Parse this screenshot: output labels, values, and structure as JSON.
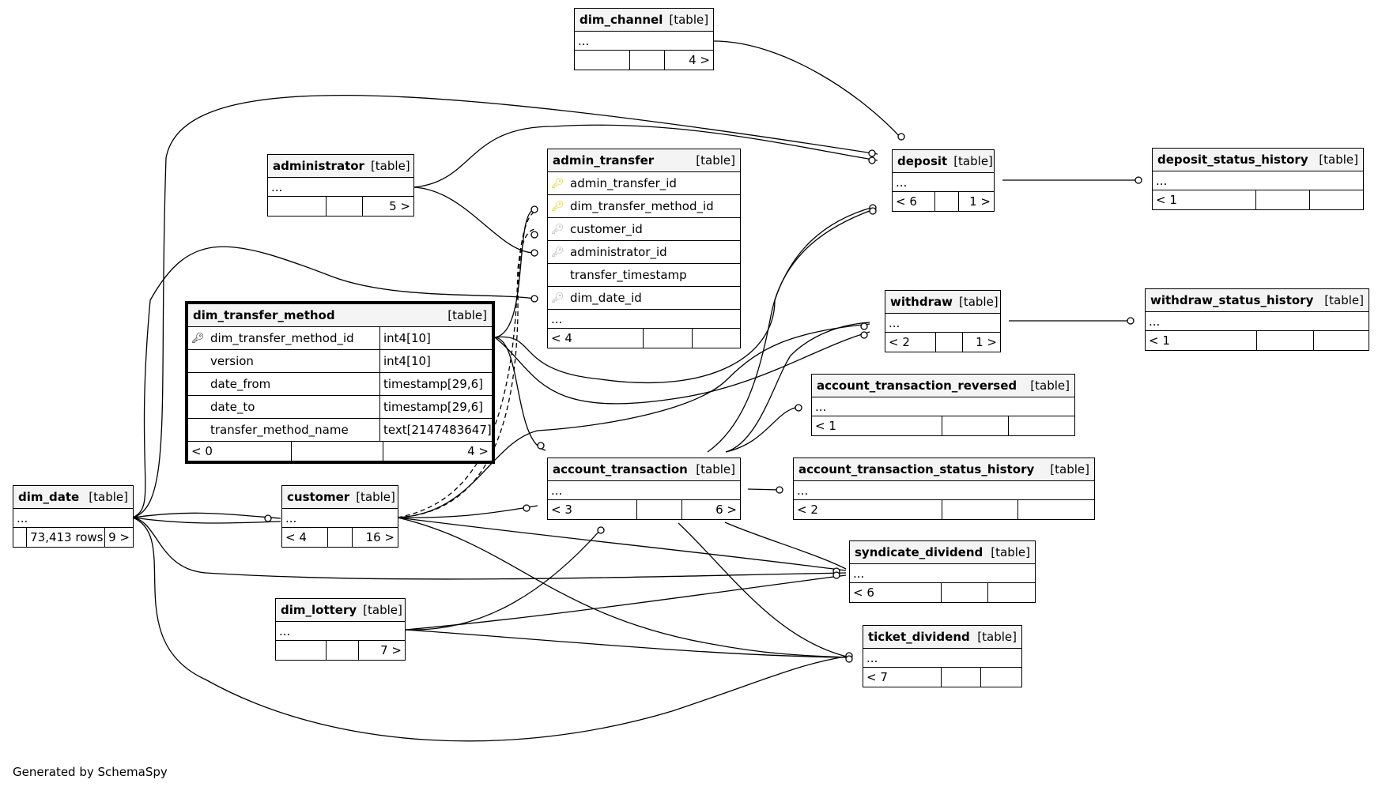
{
  "tables": {
    "dim_channel": {
      "name": "dim_channel",
      "type": "[table]",
      "dots": "...",
      "foot": [
        "",
        "",
        "4 >"
      ]
    },
    "administrator": {
      "name": "administrator",
      "type": "[table]",
      "dots": "...",
      "foot": [
        "",
        "",
        "5 >"
      ]
    },
    "admin_transfer": {
      "name": "admin_transfer",
      "type": "[table]",
      "columns": [
        {
          "name": "admin_transfer_id",
          "key": "pk"
        },
        {
          "name": "dim_transfer_method_id",
          "key": "pk"
        },
        {
          "name": "customer_id",
          "key": "fk"
        },
        {
          "name": "administrator_id",
          "key": "fk"
        },
        {
          "name": "transfer_timestamp",
          "key": "none"
        },
        {
          "name": "dim_date_id",
          "key": "fk"
        }
      ],
      "dots": "...",
      "foot": [
        "< 4",
        "",
        ""
      ]
    },
    "deposit": {
      "name": "deposit",
      "type": "[table]",
      "dots": "...",
      "foot": [
        "< 6",
        "",
        "1 >"
      ]
    },
    "deposit_status_history": {
      "name": "deposit_status_history",
      "type": "[table]",
      "dots": "...",
      "foot": [
        "< 1",
        "",
        ""
      ]
    },
    "dim_transfer_method": {
      "name": "dim_transfer_method",
      "type": "[table]",
      "columns": [
        {
          "name": "dim_transfer_method_id",
          "type": "int4[10]",
          "key": "pk"
        },
        {
          "name": "version",
          "type": "int4[10]",
          "key": "none"
        },
        {
          "name": "date_from",
          "type": "timestamp[29,6]",
          "key": "none"
        },
        {
          "name": "date_to",
          "type": "timestamp[29,6]",
          "key": "none"
        },
        {
          "name": "transfer_method_name",
          "type": "text[2147483647]",
          "key": "none"
        }
      ],
      "foot": [
        "< 0",
        "",
        "4 >"
      ]
    },
    "withdraw": {
      "name": "withdraw",
      "type": "[table]",
      "dots": "...",
      "foot": [
        "< 2",
        "",
        "1 >"
      ]
    },
    "withdraw_status_history": {
      "name": "withdraw_status_history",
      "type": "[table]",
      "dots": "...",
      "foot": [
        "< 1",
        "",
        ""
      ]
    },
    "account_transaction_reversed": {
      "name": "account_transaction_reversed",
      "type": "[table]",
      "dots": "...",
      "foot": [
        "< 1",
        "",
        ""
      ]
    },
    "account_transaction": {
      "name": "account_transaction",
      "type": "[table]",
      "dots": "...",
      "foot": [
        "< 3",
        "",
        "6 >"
      ]
    },
    "account_transaction_status_history": {
      "name": "account_transaction_status_history",
      "type": "[table]",
      "dots": "...",
      "foot": [
        "< 2",
        "",
        ""
      ]
    },
    "dim_date": {
      "name": "dim_date",
      "type": "[table]",
      "dots": "...",
      "foot": [
        "",
        "73,413 rows",
        "9 >"
      ]
    },
    "customer": {
      "name": "customer",
      "type": "[table]",
      "dots": "...",
      "foot": [
        "< 4",
        "",
        "16 >"
      ]
    },
    "syndicate_dividend": {
      "name": "syndicate_dividend",
      "type": "[table]",
      "dots": "...",
      "foot": [
        "< 6",
        "",
        ""
      ]
    },
    "dim_lottery": {
      "name": "dim_lottery",
      "type": "[table]",
      "dots": "...",
      "foot": [
        "",
        "",
        "7 >"
      ]
    },
    "ticket_dividend": {
      "name": "ticket_dividend",
      "type": "[table]",
      "dots": "...",
      "foot": [
        "< 7",
        "",
        ""
      ]
    }
  },
  "icons": {
    "primary_key": "key-icon",
    "foreign_key": "key-icon"
  },
  "colors": {
    "primary_key": "#d8c60a",
    "foreign_key": "#a8a8a8",
    "header_bg": "#f4f4f4"
  },
  "footer": "Generated by SchemaSpy"
}
